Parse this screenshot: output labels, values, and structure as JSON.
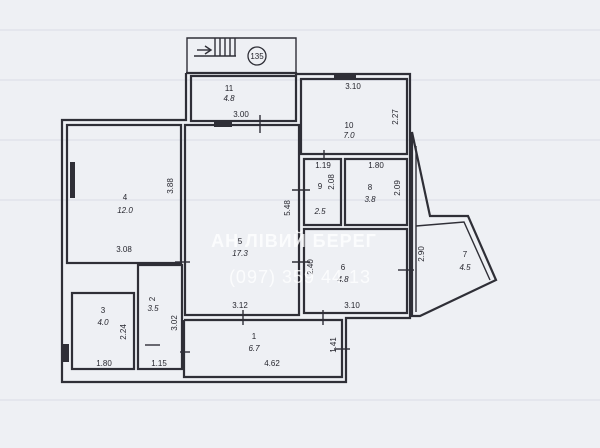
{
  "marker": "135",
  "rooms": [
    {
      "number": "1",
      "area": "6.7"
    },
    {
      "number": "2",
      "area": "3.5"
    },
    {
      "number": "3",
      "area": "4.0"
    },
    {
      "number": "4",
      "area": "12.0"
    },
    {
      "number": "5",
      "area": "17.3"
    },
    {
      "number": "6",
      "area": "4.8"
    },
    {
      "number": "7",
      "area": "4.5"
    },
    {
      "number": "8",
      "area": "3.8"
    },
    {
      "number": "9",
      "area": "2.5"
    },
    {
      "number": "10",
      "area": "7.0"
    },
    {
      "number": "11",
      "area": "4.8"
    }
  ],
  "dimensions": {
    "d_3_10_top": "3.10",
    "d_2_27": "2.27",
    "d_3_00": "3.00",
    "d_1_19": "1.19",
    "d_1_80_mid": "1.80",
    "d_3_88": "3.88",
    "d_5_48": "5.48",
    "d_2_08": "2.08",
    "d_2_09": "2.09",
    "d_3_08": "3.08",
    "d_2_90": "2.90",
    "d_2_40": "2.40",
    "d_3_12": "3.12",
    "d_3_10_low": "3.10",
    "d_2_24": "2.24",
    "d_3_02": "3.02",
    "d_1_41": "1.41",
    "d_1_80_low": "1.80",
    "d_1_15": "1.15",
    "d_4_62": "4.62"
  },
  "watermark": {
    "line1": "АН ЛІВИЙ БЕРЕГ",
    "line2": "(097) 359 44 13"
  },
  "colors": {
    "paper": "#eef0f4",
    "ink": "#2f2f37",
    "watermark": "#ffffff"
  }
}
